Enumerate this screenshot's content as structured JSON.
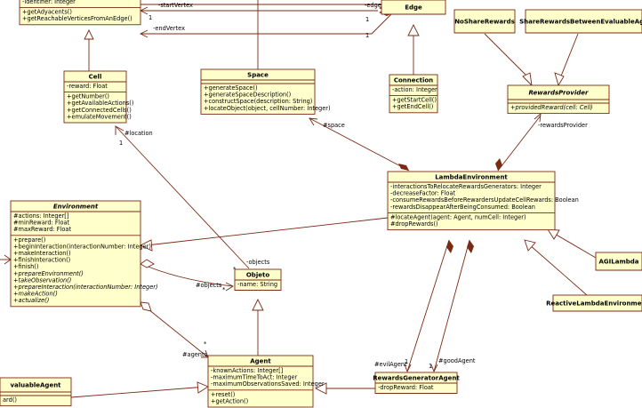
{
  "colors": {
    "box_fill": "#ffffcc",
    "border": "#7a2a12",
    "line": "#7a2a12",
    "text": "#000000"
  },
  "classes": {
    "vertex": {
      "title": "",
      "attributes": [
        "-identifier: Integer"
      ],
      "operations": [
        "+getAdyacents()",
        "+getReachableVerticesFromAnEdge()"
      ]
    },
    "edge": {
      "title": "Edge",
      "attributes": [],
      "operations": []
    },
    "noShareRewards": {
      "title": "NoShareRewards",
      "attributes": [],
      "operations": []
    },
    "shareRewards": {
      "title": "ShareRewardsBetweenEvaluableAge",
      "attributes": [],
      "operations": []
    },
    "cell": {
      "title": "Cell",
      "attributes": [
        "-reward: Float"
      ],
      "operations": [
        "+getNumber()",
        "+getAvailableActions()",
        "+getConnectedCells()",
        "+emulateMovement()"
      ]
    },
    "space": {
      "title": "Space",
      "attributes": [],
      "operations": [
        "+generateSpace()",
        "+generateSpaceDescription()",
        "+constructSpace(description: String)",
        "+locateObject(object, cellNumber: Integer)"
      ]
    },
    "connection": {
      "title": "Connection",
      "attributes": [
        "-action: Integer"
      ],
      "operations": [
        "+getStartCell()",
        "+getEndCell()"
      ]
    },
    "rewardsProvider": {
      "title": "RewardsProvider",
      "attributes": [],
      "operations": [
        "+providedReward(cell: Cell)"
      ]
    },
    "lambdaEnvironment": {
      "title": "LambdaEnvironment",
      "attributes": [
        "-interactionsToRelocateRewardsGenerators: Integer",
        "-decreaseFactor: Float",
        "-consumeRewardsBeforeRewardersUpdateCellRewards: Boolean",
        "-rewardsDisappearAfterBeingConsumed: Boolean"
      ],
      "operations": [
        "#locateAgent(agent: Agent, numCell: Integer)",
        "#dropRewards()"
      ]
    },
    "environment": {
      "title": "Environment",
      "attributes": [
        "#actions: Integer[]",
        "#minReward: Float",
        "#maxReward: Float"
      ],
      "operations": [
        "+prepare()",
        "+beginInteraction(interactionNumber: Integer)",
        "+makeInteraction()",
        "+finishInteraction()",
        "+finish()",
        "+prepareEnvironment()",
        "+takeObservation()",
        "+prepareInteraction(interactionNumber: Integer)",
        "+makeAction()",
        "+actualize()"
      ]
    },
    "objeto": {
      "title": "Objeto",
      "attributes": [
        "-name: String"
      ],
      "operations": []
    },
    "agiLambda": {
      "title": "AGILambda",
      "attributes": [],
      "operations": []
    },
    "reactiveLambda": {
      "title": "ReactiveLambdaEnvironment",
      "attributes": [],
      "operations": []
    },
    "agent": {
      "title": "Agent",
      "attributes": [
        "-knownActions: Integer[]",
        "-maximumTimeToAct: Integer",
        "-maximumObservationsSaved: Integer"
      ],
      "operations": [
        "+reset()",
        "+getAction()"
      ]
    },
    "rewardsGeneratorAgent": {
      "title": "RewardsGeneratorAgent",
      "attributes": [
        "-dropReward: Float"
      ],
      "operations": []
    },
    "evaluableAgent": {
      "title": "valuableAgent",
      "attributes": [],
      "operations": [
        "ard()"
      ]
    }
  },
  "labels": {
    "startVertex": "-startVertex",
    "endVertex": "-endVertex",
    "edges": "-edges",
    "one_a": "1",
    "one_b": "1",
    "one_c": "1",
    "location": "#location",
    "one_location": "1",
    "space": "#space",
    "rewardsProvider": "-rewardsProvider",
    "objects_assoc": "-objects",
    "objects_env": "#objects",
    "star_objects": "*",
    "star_objects2": "*",
    "agents": "#agents",
    "star_agents": "*",
    "evilAgent": "#evilAgent",
    "goodAgent": "#goodAgent",
    "one_evil": "1",
    "one_good": "1"
  }
}
